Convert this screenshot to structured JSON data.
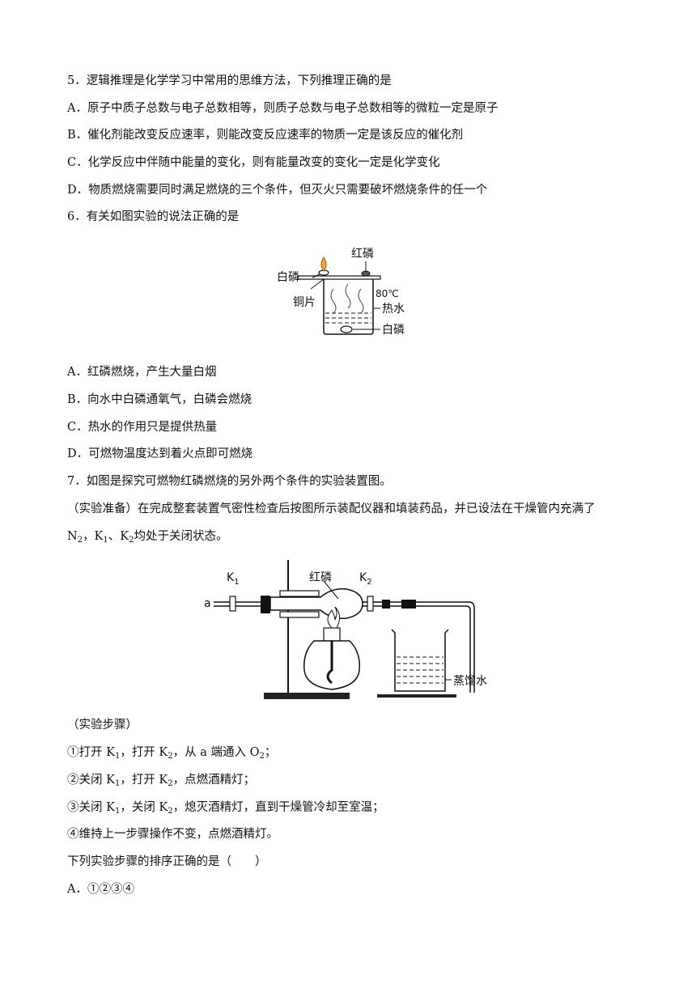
{
  "q5": {
    "stem": "5．逻辑推理是化学学习中常用的思维方法，下列推理正确的是",
    "A": "A．原子中质子总数与电子总数相等，则质子总数与电子总数相等的微粒一定是原子",
    "B": "B．催化剂能改变反应速率，则能改变反应速率的物质一定是该反应的催化剂",
    "C": "C．化学反应中伴随中能量的变化，则有能量改变的变化一定是化学变化",
    "D": "D．物质燃烧需要同时满足燃烧的三个条件，但灭火只需要破坏燃烧条件的任一个"
  },
  "q6": {
    "stem": "6．有关如图实验的说法正确的是",
    "figure": {
      "red_p": "红磷",
      "white_p_top": "白磷",
      "temp": "80℃",
      "copper": "铜片",
      "hot_water": "热水",
      "white_p_bottom": "白磷"
    },
    "A": "A．红磷燃烧，产生大量白烟",
    "B": "B．向水中白磷通氧气，白磷会燃烧",
    "C": "C．热水的作用只是提供热量",
    "D": "D．可燃物温度达到着火点即可燃烧"
  },
  "q7": {
    "stem": "7．如图是探究可燃物红磷燃烧的另外两个条件的实验装置图。",
    "prep_1": "（实验准备）在完成整套装置气密性检查后按图所示装配仪器和填装药品，并已设法在干燥管内充满了",
    "prep_2_n": "N",
    "prep_2_n_sub": "2",
    "prep_2_k1": "，K",
    "prep_2_k1_sub": "1",
    "prep_2_k2": "、K",
    "prep_2_k2_sub": "2",
    "prep_2_tail": "均处于关闭状态。",
    "figure": {
      "k1": "K",
      "k1_sub": "1",
      "red_p": "红磷",
      "k2": "K",
      "k2_sub": "2",
      "a": "a",
      "water": "蒸馏水"
    },
    "steps_title": "（实验步骤）",
    "step1": {
      "a": "①打开 K",
      "a_sub": "1",
      "b": "，打开 K",
      "b_sub": "2",
      "c": "，从 a 端通入 O",
      "c_sub": "2",
      "d": "；"
    },
    "step2": {
      "a": "②关闭 K",
      "a_sub": "1",
      "b": "，打开 K",
      "b_sub": "2",
      "c": "，点燃酒精灯；"
    },
    "step3": {
      "a": "③关闭 K",
      "a_sub": "1",
      "b": "，关闭 K",
      "b_sub": "2",
      "c": "，熄灭酒精灯，直到干燥管冷却至室温；"
    },
    "step4": "④维持上一步骤操作不变，点燃酒精灯。",
    "question": "下列实验步骤的排序正确的是（　　）",
    "A": "A．①②③④"
  }
}
